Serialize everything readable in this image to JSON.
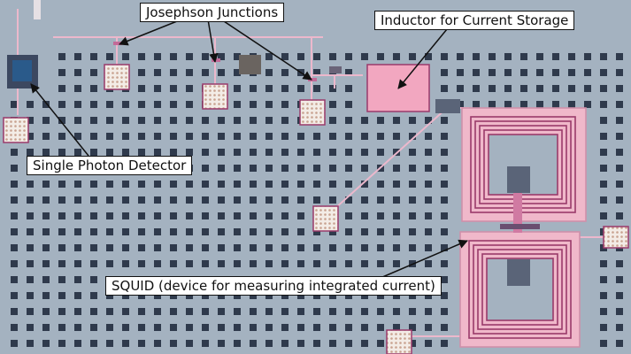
{
  "annotations": {
    "junctions": "Josephson Junctions",
    "inductor": "Inductor for Current Storage",
    "detector": "Single Photon Detector",
    "squid": "SQUID (device for measuring integrated current)"
  },
  "colors": {
    "background": "#a4b2c0",
    "dummy_fill": "#2f3a4c",
    "pad": "#e6e0e4",
    "trace": "#ecb8cc",
    "inductor_fill": "#f2a7c0",
    "coil": "#9a3a6a",
    "arrow": "#111111"
  }
}
